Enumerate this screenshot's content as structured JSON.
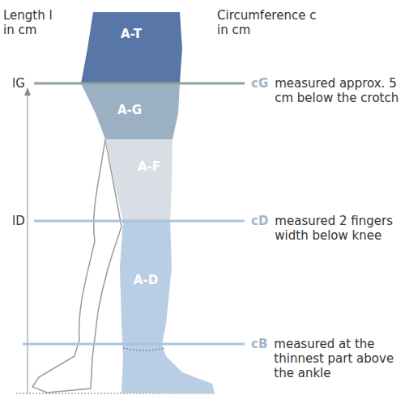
{
  "diagram": {
    "nodes": [
      {
        "text": [
          "A-T"
        ]
      },
      {
        "text": [
          "A-G"
        ]
      },
      {
        "text": [
          "A-F"
        ]
      },
      {
        "text": [
          "A-D"
        ]
      }
    ],
    "labels": [
      "Length l in cm",
      "Circumference c in cm",
      "lG",
      "cG",
      "measured approx. 5 cm below the crotch",
      "lD",
      "cD",
      "measured 2 fingers width below knee",
      "cB",
      "measured at the thinnest part above the ankle"
    ]
  }
}
